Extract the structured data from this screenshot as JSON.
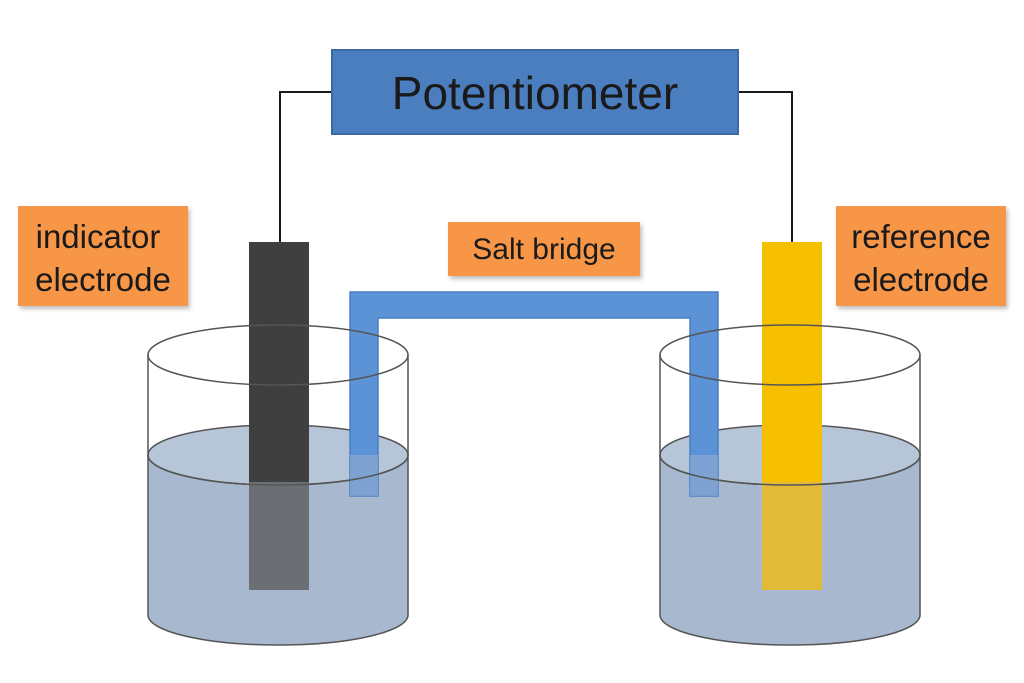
{
  "title": "Potentiometer",
  "labels": {
    "indicator": [
      "indicator",
      "electrode"
    ],
    "salt_bridge": "Salt bridge",
    "reference": [
      "reference",
      "electrode"
    ]
  },
  "colors": {
    "potentiometer_box": "#4a7ebf",
    "label_box": "#f79646",
    "salt_bridge": "#5b93d6",
    "indicator_electrode": "#3f3f3f",
    "reference_electrode": "#f6c000",
    "solution": "#a8b8cf",
    "wire": "#1a1a1a"
  }
}
